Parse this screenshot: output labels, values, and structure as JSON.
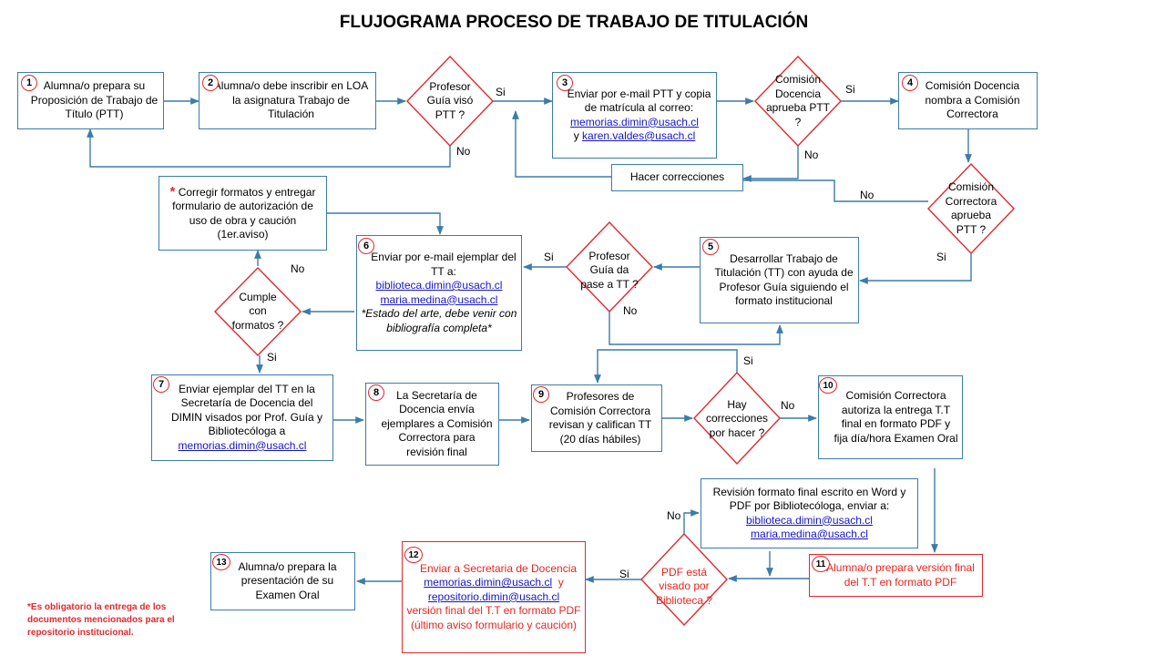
{
  "title": "FLUJOGRAMA PROCESO DE TRABAJO DE TITULACIÓN",
  "boxes": {
    "b1": {
      "num": "1",
      "text": "Alumna/o prepara su Proposición de Trabajo de Título (PTT)"
    },
    "b2": {
      "num": "2",
      "text": "Alumna/o debe inscribir en LOA la asignatura Trabajo de Titulación"
    },
    "b3": {
      "num": "3",
      "text": "Enviar por e-mail PTT y copia de matrícula al correo:",
      "email1": "memorias.dimin@usach.cl",
      "joiner": "y",
      "email2": "karen.valdes@usach.cl"
    },
    "b4": {
      "num": "4",
      "text": "Comisión Docencia nombra a Comisión Correctora"
    },
    "hacer": {
      "text": "Hacer correcciones"
    },
    "corregir": {
      "star": "*",
      "text": "Corregir formatos y entregar formulario de autorización de uso de obra y caución (1er.aviso)"
    },
    "b6": {
      "num": "6",
      "text": "Enviar por e-mail ejemplar del TT a:",
      "email1": "biblioteca.dimin@usach.cl",
      "email2": "maria.medina@usach.cl",
      "note": "*Estado del arte, debe venir con bibliografía completa*"
    },
    "b5": {
      "num": "5",
      "text": "Desarrollar Trabajo de Titulación (TT) con ayuda de Profesor Guía siguiendo el formato institucional"
    },
    "b7": {
      "num": "7",
      "text": "Enviar ejemplar del TT en la Secretaría de Docencia del DIMIN visados por Prof. Guía y Bibliotecóloga a",
      "email1": "memorias.dimin@usach.cl"
    },
    "b8": {
      "num": "8",
      "text": "La Secretaría de Docencia envía ejemplares a Comisión Correctora para revisión final"
    },
    "b9": {
      "num": "9",
      "text": "Profesores de Comisión Correctora revisan y califican TT (20 días hábiles)"
    },
    "b10": {
      "num": "10",
      "text": "Comisión Correctora autoriza la entrega T.T final en formato PDF y fija día/hora Examen Oral"
    },
    "revision": {
      "text": "Revisión formato final escrito en Word y PDF por Bibliotecóloga, enviar a:",
      "email1": "biblioteca.dimin@usach.cl",
      "email2": "maria.medina@usach.cl"
    },
    "b11": {
      "num": "11",
      "text": "Alumna/o prepara versión final del T.T en formato PDF"
    },
    "b12": {
      "num": "12",
      "text1": "Enviar a Secretaria de Docencia",
      "email1": "memorias.dimin@usach.cl",
      "joiner": "y",
      "email2": "repositorio.dimin@usach.cl",
      "text2": "versión final del T.T en formato PDF (último aviso formulario y caución)"
    },
    "b13": {
      "num": "13",
      "text": "Alumna/o prepara la presentación de su Examen Oral"
    }
  },
  "decisions": {
    "d1": "Profesor Guía visó PTT ?",
    "d2": "Comisión Docencia aprueba PTT ?",
    "d3": "Comisión Correctora aprueba PTT ?",
    "d4": "Profesor Guía da pase a TT ?",
    "d5": "Cumple con formatos ?",
    "d6": "Hay correcciones por hacer ?",
    "d7": "PDF está visado por Biblioteca ?"
  },
  "labels": {
    "si": "Si",
    "no": "No"
  },
  "footnote": {
    "star": "*",
    "text": "Es obligatorio la entrega de los documentos mencionados para el repositorio institucional."
  },
  "colors": {
    "box_border": "#3b7ca8",
    "arrow": "#3b7ca8",
    "decision": "#e0292e",
    "red_text": "#e8241d",
    "link": "#1414c8"
  }
}
